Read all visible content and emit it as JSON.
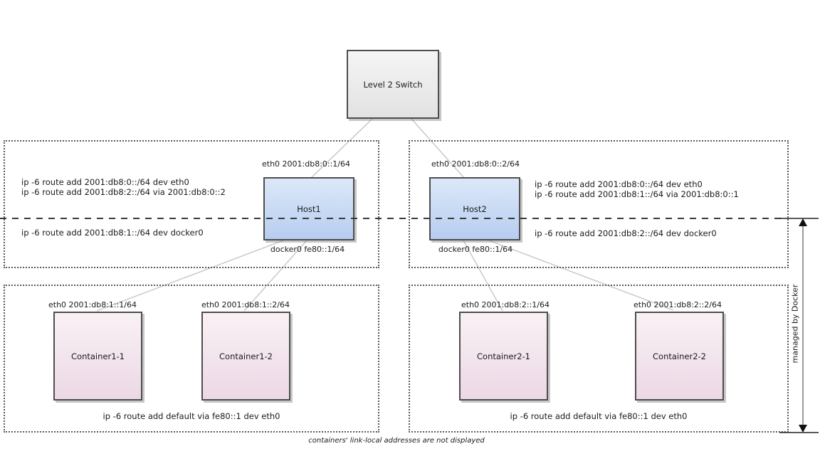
{
  "diagram": {
    "switch": {
      "label": "Level 2 Switch"
    },
    "hosts": [
      {
        "name": "Host1",
        "eth0_label": "eth0 2001:db8:0::1/64",
        "docker0_label": "docker0 fe80::1/64",
        "routes_upper": [
          "ip -6 route add 2001:db8:0::/64 dev eth0",
          "ip -6 route add 2001:db8:2::/64 via 2001:db8:0::2"
        ],
        "route_lower": "ip -6 route add 2001:db8:1::/64 dev docker0"
      },
      {
        "name": "Host2",
        "eth0_label": "eth0 2001:db8:0::2/64",
        "docker0_label": "docker0 fe80::1/64",
        "routes_upper": [
          "ip -6 route add 2001:db8:0::/64 dev eth0",
          "ip -6 route add 2001:db8:1::/64 via 2001:db8:0::1"
        ],
        "route_lower": "ip -6 route add 2001:db8:2::/64 dev docker0"
      }
    ],
    "container_groups": [
      {
        "containers": [
          {
            "name": "Container1-1",
            "eth0_label": "eth0 2001:db8:1::1/64"
          },
          {
            "name": "Container1-2",
            "eth0_label": "eth0 2001:db8:1::2/64"
          }
        ],
        "default_route": "ip -6 route add default via fe80::1 dev eth0"
      },
      {
        "containers": [
          {
            "name": "Container2-1",
            "eth0_label": "eth0 2001:db8:2::1/64"
          },
          {
            "name": "Container2-2",
            "eth0_label": "eth0 2001:db8:2::2/64"
          }
        ],
        "default_route": "ip -6 route add default via fe80::1 dev eth0"
      }
    ],
    "managed_by_label": "managed by Docker",
    "caption": "containers' link-local addresses are not displayed"
  },
  "colors": {
    "host_fill_top": "#dce8f8",
    "host_fill_bottom": "#b7cdf0",
    "container_fill_top": "#f9f1f5",
    "container_fill_bottom": "#ecd8e5",
    "switch_fill_top": "#f5f5f5",
    "switch_fill_bottom": "#e2e2e2",
    "box_border": "#4d4d4d",
    "zone_border": "#5a5a5a",
    "connector": "#c6c6c6",
    "dash_line": "#3a3a3a"
  }
}
